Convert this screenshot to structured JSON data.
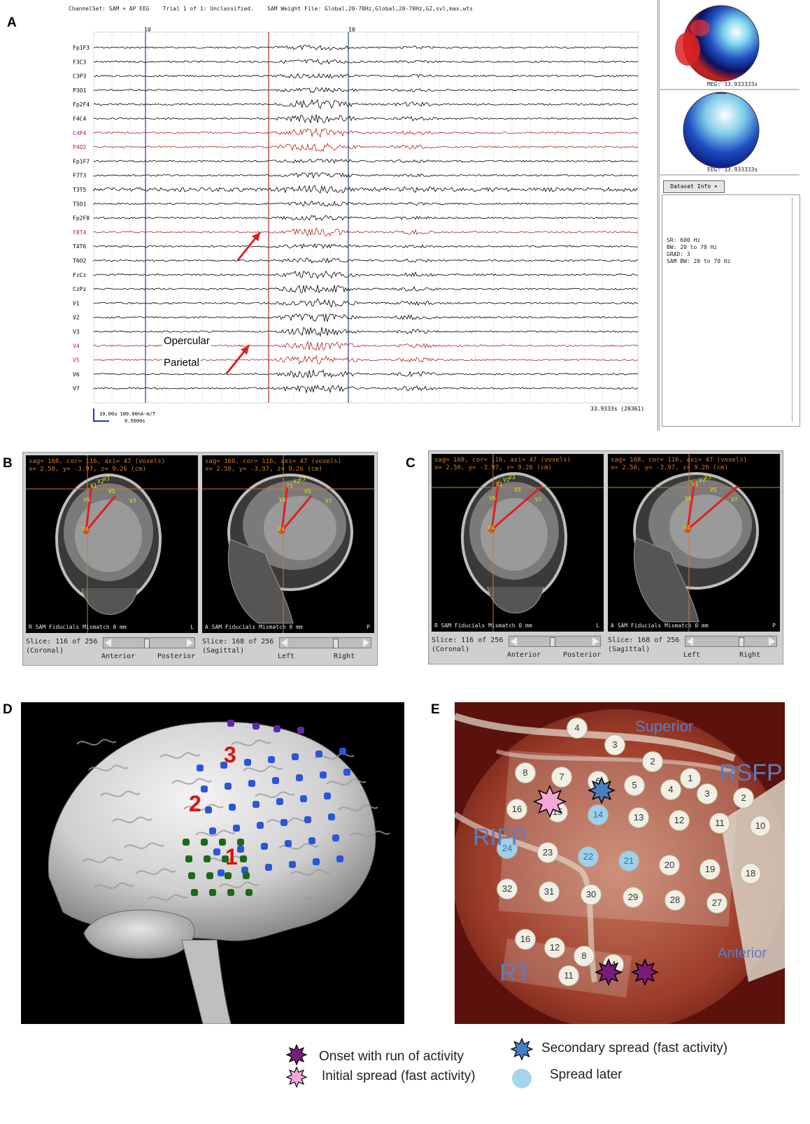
{
  "panel_letters": {
    "a": "A",
    "b": "B",
    "c": "C",
    "d": "D",
    "e": "E"
  },
  "eeg": {
    "header": "ChannelSet: SAM + AP EEG    Trial 1 of 1: Unclassified.    SAM Weight File: Global,20-70Hz,Global,20-70Hz,G2,svl,max,wts",
    "marker_left": "10",
    "marker_right": "10",
    "channels": [
      {
        "name": "Fp1F3",
        "color": "#000000"
      },
      {
        "name": "F3C3",
        "color": "#000000"
      },
      {
        "name": "C3P3",
        "color": "#000000"
      },
      {
        "name": "P3O1",
        "color": "#000000"
      },
      {
        "name": "Fp2F4",
        "color": "#000000"
      },
      {
        "name": "F4C4",
        "color": "#000000"
      },
      {
        "name": "C4P4",
        "color": "#b22222"
      },
      {
        "name": "P4O2",
        "color": "#b22222"
      },
      {
        "name": "Fp1F7",
        "color": "#000000"
      },
      {
        "name": "F7T3",
        "color": "#000000"
      },
      {
        "name": "T3T5",
        "color": "#000000"
      },
      {
        "name": "T5O1",
        "color": "#000000"
      },
      {
        "name": "Fp2F8",
        "color": "#000000"
      },
      {
        "name": "F8T4",
        "color": "#b22222"
      },
      {
        "name": "T4T6",
        "color": "#000000"
      },
      {
        "name": "T6O2",
        "color": "#000000"
      },
      {
        "name": "FzCz",
        "color": "#000000"
      },
      {
        "name": "CzPz",
        "color": "#000000"
      },
      {
        "name": "V1",
        "color": "#000000"
      },
      {
        "name": "V2",
        "color": "#000000"
      },
      {
        "name": "V3",
        "color": "#000000"
      },
      {
        "name": "V4",
        "color": "#b22222"
      },
      {
        "name": "V5",
        "color": "#b22222"
      },
      {
        "name": "V6",
        "color": "#000000"
      },
      {
        "name": "V7",
        "color": "#000000"
      }
    ],
    "annotation_opercular": "Opercular",
    "annotation_parietal": "Parietal",
    "scale_text": "10.00u 100.00nA-m/T",
    "scale_time": "0.5000s",
    "time_readout": "33.9333s (20361)",
    "meg_label": "MEG: 33.933333s",
    "eeg_label": "EEG: 33.933333s",
    "dataset_button": "Dataset Info",
    "info_lines": "SR: 600 Hz\nBW: 20 to 70 Hz\nGRAD: 3\nSAM BW: 20 to 70 Hz"
  },
  "mri_panels": {
    "b": {
      "coronal": {
        "coords": "sag= 168, cor= 116, axi= 47 (voxels)\nx= 2.50, y= -3.97, z= 9.26 (cm)",
        "footer_left": "R SAM Fiducials Mismatch 0 mm",
        "footer_right": "L",
        "slice": "Slice: 116 of 256\n(Coronal)",
        "dir_left": "Anterior",
        "dir_right": "Posterior"
      },
      "sagittal": {
        "coords": "sag= 168, cor= 116, axi= 47 (voxels)\nx= 2.50, y= -3.97, z= 9.26 (cm)",
        "footer_left": "A SAM Fiducials Mismatch 0 mm",
        "footer_right": "P",
        "slice": "Slice: 168 of 256\n(Sagittal)",
        "dir_left": "Left",
        "dir_right": "Right"
      }
    },
    "c": {
      "coronal": {
        "coords": "sag= 168, cor= 116, axi= 47 (voxels)\nx= 2.50, y= -3.97, z= 9.26 (cm)",
        "footer_left": "R SAM Fiducials Mismatch 0 mm",
        "footer_right": "L",
        "slice": "Slice: 116 of 256\n(Coronal)",
        "dir_left": "Anterior",
        "dir_right": "Posterior"
      },
      "sagittal": {
        "coords": "sag= 168, cor= 116, axi= 47 (voxels)\nx= 2.50, y= -3.97, z= 9.26 (cm)",
        "footer_left": "A SAM Fiducials Mismatch 0 mm",
        "footer_right": "P",
        "slice": "Slice: 168 of 256\n(Sagittal)",
        "dir_left": "Left",
        "dir_right": "Right"
      }
    },
    "source_labels": [
      "V1",
      "V2",
      "V3",
      "V4",
      "V5",
      "V6",
      "V7"
    ]
  },
  "brain": {
    "region_1": "1",
    "region_2": "2",
    "region_3": "3"
  },
  "surgical": {
    "label_superior": "Superior",
    "label_rsfp": "RSFP",
    "label_rifp": "RIFP",
    "label_rt": "RT",
    "label_anterior": "Anterior",
    "top_strip": [
      "4",
      "3",
      "2",
      "1"
    ],
    "row1": [
      "8",
      "7",
      "6",
      "5",
      "4",
      "3",
      "2"
    ],
    "row2": [
      "16",
      "15",
      "14",
      "13",
      "12",
      "11",
      "10"
    ],
    "row3": [
      "24",
      "23",
      "22",
      "21",
      "20",
      "19",
      "18"
    ],
    "row4": [
      "32",
      "31",
      "30",
      "29",
      "28",
      "27"
    ],
    "rt_strip": [
      "16",
      "12",
      "8",
      "4"
    ],
    "rt_bottom": [
      "11"
    ]
  },
  "legend": {
    "onset": "Onset with run of activity",
    "initial": "Initial spread (fast activity)",
    "secondary": "Secondary spread (fast activity)",
    "later": "Spread later"
  },
  "colors": {
    "red_trace": "#b22222",
    "arrow_red": "#e02020",
    "onset_star": "#7a1d7a",
    "initial_star": "#f4a8d8",
    "secondary_star": "#4a7fc0",
    "later_dot": "#a6d6ee",
    "grid_label_blue": "#5a7ec2"
  }
}
